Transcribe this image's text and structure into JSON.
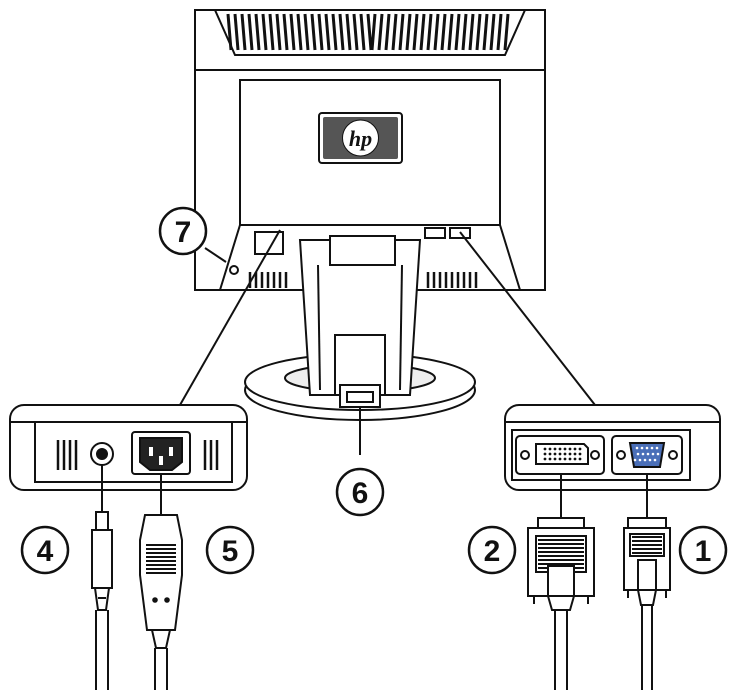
{
  "brand_logo": {
    "text": "hp",
    "icon": "hp-logo-icon"
  },
  "callouts": [
    {
      "id": "c1",
      "label": "1",
      "target": "vga-connector"
    },
    {
      "id": "c2",
      "label": "2",
      "target": "dvi-connector"
    },
    {
      "id": "c4",
      "label": "4",
      "target": "audio-power-connector"
    },
    {
      "id": "c5",
      "label": "5",
      "target": "ac-power-connector"
    },
    {
      "id": "c6",
      "label": "6",
      "target": "cable-management-clip"
    },
    {
      "id": "c7",
      "label": "7",
      "target": "security-lock-slot"
    }
  ],
  "colors": {
    "line": "#111111",
    "panel": "#f2f2f2",
    "shade": "#bdbdbd",
    "dark": "#444444",
    "vga_blue": "#4a6fb8"
  }
}
